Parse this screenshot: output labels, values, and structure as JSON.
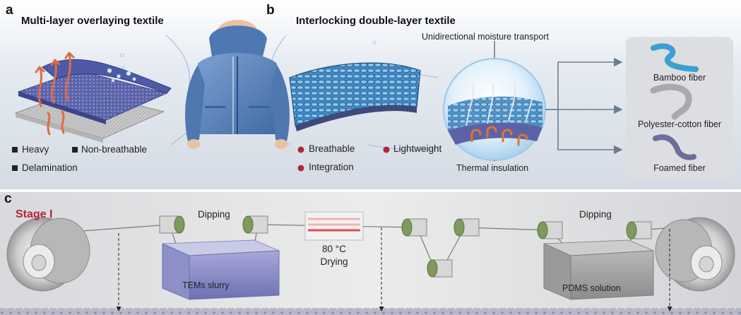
{
  "panel_a": {
    "letter": "a",
    "title": "Multi-layer overlaying textile",
    "drawbacks": [
      "Heavy",
      "Non-breathable",
      "Delamination"
    ]
  },
  "panel_b": {
    "letter": "b",
    "title": "Interlocking double-layer textile",
    "advantages": [
      "Breathable",
      "Lightweight",
      "Integration"
    ],
    "callout_top": "Unidirectional moisture transport",
    "callout_bottom": "Thermal insulation",
    "fibers": [
      "Bamboo fiber",
      "Polyester-cotton fiber",
      "Foamed fiber"
    ]
  },
  "panel_c": {
    "letter": "c",
    "stage_label": "Stage I",
    "dipping_1": "Dipping",
    "bath_1": "TEMs slurry",
    "dry_temp": "80 °C",
    "dry_label": "Drying",
    "dipping_2": "Dipping",
    "bath_2": "PDMS solution"
  },
  "colors": {
    "stage_red": "#b5233b",
    "bullet_red": "#b5233b",
    "fabric_blue": "#4a86c2",
    "jacket_blue": "#5a7fb5",
    "bath_purple": "#8a8bc6",
    "roller_green": "#7f9a5c"
  }
}
